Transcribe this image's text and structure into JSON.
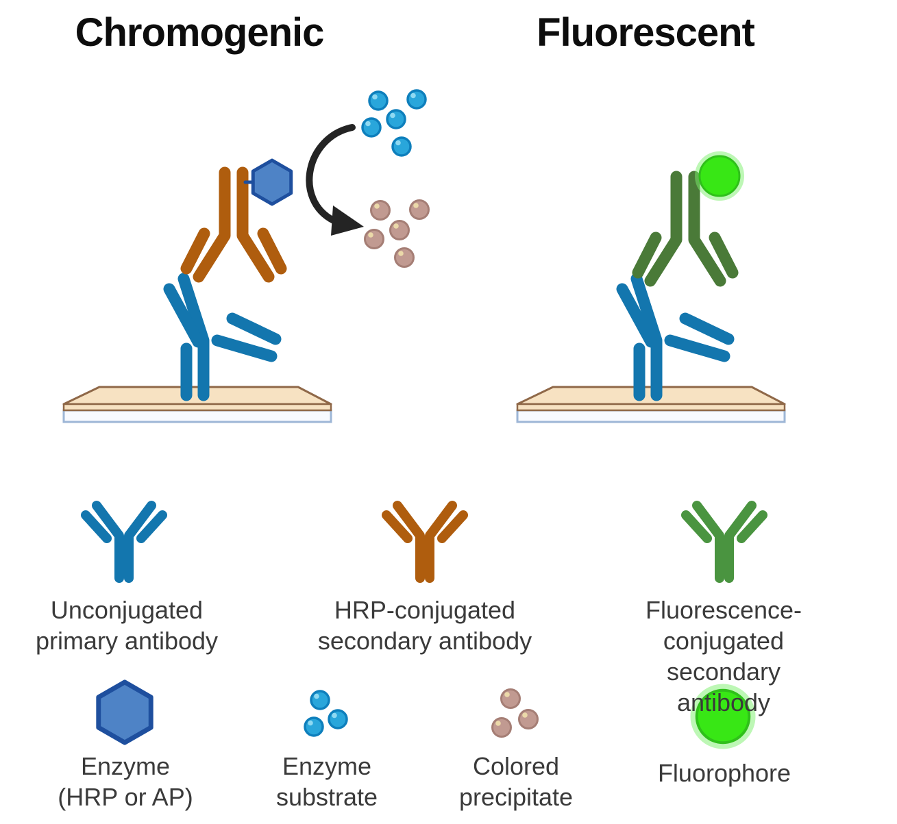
{
  "titles": {
    "chromogenic": "Chromogenic",
    "fluorescent": "Fluorescent"
  },
  "legend": {
    "antibody_items": [
      {
        "id": "unconjugated-primary",
        "label": "Unconjugated\nprimary antibody"
      },
      {
        "id": "hrp-secondary",
        "label": "HRP-conjugated\nsecondary antibody"
      },
      {
        "id": "fluorescence-secondary",
        "label": "Fluorescence-conjugated\nsecondary antibody"
      }
    ],
    "marker_items": [
      {
        "id": "enzyme",
        "label": "Enzyme\n(HRP or AP)"
      },
      {
        "id": "enzyme-substrate",
        "label": "Enzyme\nsubstrate"
      },
      {
        "id": "colored-precipitate",
        "label": "Colored\nprecipitate"
      },
      {
        "id": "fluorophore",
        "label": "Fluorophore"
      }
    ]
  },
  "diagram_entities": [
    "primary-antibody-on-slide",
    "hrp-secondary-antibody",
    "enzyme-hexagon",
    "substrate-to-precipitate-arrow",
    "enzyme-substrate-dots",
    "colored-precipitate-dots",
    "fluorescent-secondary-antibody",
    "fluorophore-circle",
    "tissue-slide"
  ],
  "colors": {
    "background": "#FFFFFF",
    "title_color": "#0D0D0D",
    "label_color": "#3A3A3A",
    "ab_primary_blue": "#1376AE",
    "ab_hrp_orange": "#AF5D0E",
    "ab_fluor_green_large": "#4A7A38",
    "ab_fluor_green_small": "#4A9440",
    "enzyme_fill": "#4E83C6",
    "enzyme_stroke": "#1E4F9E",
    "substrate_fill": "#29A6DB",
    "substrate_stroke": "#0E7FBC",
    "substrate_highlight": "#8FD9F2",
    "precipitate_fill": "#C19A91",
    "precipitate_stroke": "#A57E75",
    "precipitate_highlight": "#EBD9A9",
    "fluorophore_fill": "#38E715",
    "fluorophore_rim": "#2FC01A",
    "fluorophore_glow": "#7CEF6B",
    "slide_tan": "#F7E2C2",
    "slide_brown": "#8F6848",
    "glass_fill": "#F8FAFF",
    "glass_stroke": "#9DB6D6",
    "arrow_color": "#242424"
  }
}
